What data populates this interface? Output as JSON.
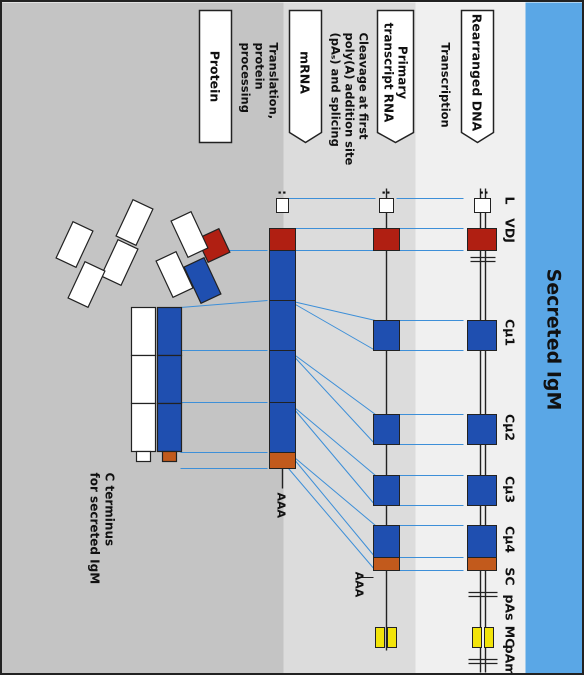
{
  "title": "Secreted IgM",
  "steps": [
    {
      "box": "Rearranged DNA",
      "action": "Transcription"
    },
    {
      "box_lines": [
        "Primary",
        "transcript RNA"
      ],
      "action_lines": [
        "Cleavage at first",
        "poly(A) addition site",
        "(pAₛ) and splicing"
      ]
    },
    {
      "box": "mRNA",
      "action_lines": [
        "Translation,",
        "protein",
        "processing"
      ]
    },
    {
      "box": "Protein"
    }
  ],
  "gene_labels": {
    "L": "L",
    "VDJ": "VDJ",
    "Cmu1": "Cμ1",
    "Cmu2": "Cμ2",
    "Cmu3": "Cμ3",
    "Cmu4": "Cμ4",
    "SC": "SC",
    "pAs": "pAs",
    "MC": "MC",
    "pAm": "pAm"
  },
  "poly_a": "AAA",
  "c_terminus_lines": [
    "C terminus",
    "for secreted IgM"
  ],
  "colors": {
    "title_band": "#5aa7e6",
    "vdj": "#b01f12",
    "constant": "#1f4fb0",
    "sc": "#c25a1c",
    "mc": "#f2e40a",
    "connector": "#3d8fd8"
  }
}
